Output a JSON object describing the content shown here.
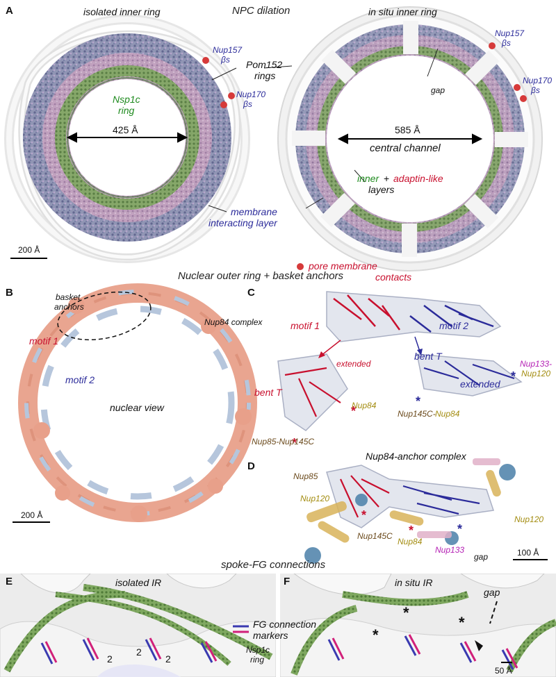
{
  "panels": {
    "A": {
      "letter": "A",
      "title": "NPC dilation",
      "left_title": "isolated inner ring",
      "right_title": "in situ inner ring",
      "nup157_left": "Nup157",
      "nup157_left_bs": "βs",
      "nup170_left": "Nup170",
      "nup170_left_bs": "βs",
      "nup157_right": "Nup157",
      "nup157_right_bs": "βs",
      "nup170_right": "Nup170",
      "nup170_right_bs": "βs",
      "pom152_line1": "Pom152",
      "pom152_line2": "rings",
      "nsp1c_line1": "Nsp1c",
      "nsp1c_line2": "ring",
      "dist_left": "425 Å",
      "dist_right": "585 Å",
      "gap": "gap",
      "central_channel": "central channel",
      "inner_word": "inner",
      "plus": "+",
      "adaptin_word": "adaptin-like",
      "layers": "layers",
      "membrane_line1": "membrane",
      "membrane_line2": "interacting layer",
      "scale": "200 Å",
      "pore_line1": "pore membrane",
      "pore_line2": "contacts"
    },
    "section_title_B": "Nuclear outer ring + basket anchors",
    "B": {
      "letter": "B",
      "basket_line1": "basket",
      "basket_line2": "anchors",
      "nup84_complex": "Nup84 complex",
      "motif1": "motif 1",
      "motif2": "motif 2",
      "nuclear_view": "nuclear view",
      "scale": "200 Å"
    },
    "C": {
      "letter": "C",
      "motif1": "motif 1",
      "motif2": "motif 2",
      "extended_left": "extended",
      "bent_t_left": "bent T",
      "nup84": "Nup84",
      "nup85_nup145c": "Nup85-Nup145C",
      "bent_t_right": "bent T",
      "extended_right": "extended",
      "nup133": "Nup133-",
      "nup120": "Nup120",
      "nup145c": "Nup145C-",
      "nup84_b": "Nup84"
    },
    "D": {
      "letter": "D",
      "title": "Nup84-anchor complex",
      "nup85": "Nup85",
      "nup120_left": "Nup120",
      "nup145c": "Nup145C",
      "nup84": "Nup84",
      "nup133": "Nup133",
      "gap": "gap",
      "nup120_right": "Nup120",
      "scale": "100 Å"
    },
    "section_title_EF": "spoke-FG connections",
    "E": {
      "letter": "E",
      "title": "isolated IR",
      "fg_line1": "FG connection",
      "fg_line2": "markers",
      "nsp1c_line1": "Nsp1c",
      "nsp1c_line2": "ring",
      "two_a": "2",
      "two_b": "2",
      "two_c": "2"
    },
    "F": {
      "letter": "F",
      "title": "in situ IR",
      "gap": "gap",
      "star1": "*",
      "star2": "*",
      "star3": "*",
      "scale": "50 Å"
    }
  },
  "colors": {
    "nup_blue": "#2b2b9a",
    "nup_red": "#c8102e",
    "nup_green": "#1e8a1e",
    "contact_dot": "#d63a3a",
    "outer_ring_salmon": "#e8a08a",
    "anchor_steel": "#b6c6dc"
  }
}
